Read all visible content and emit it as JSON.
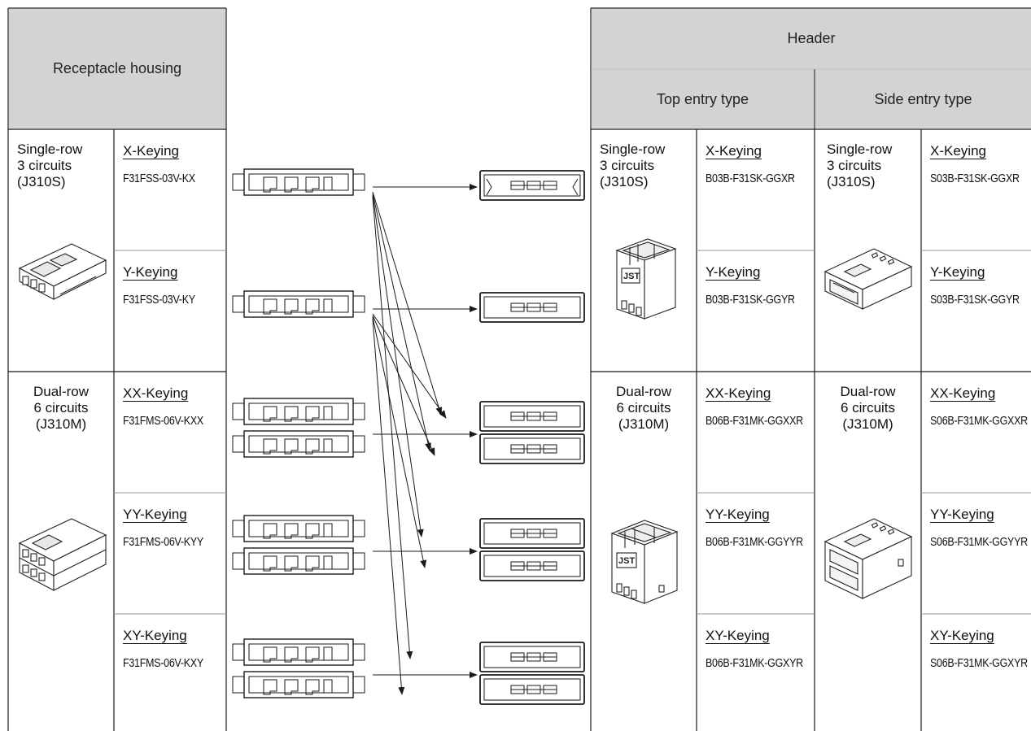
{
  "receptacle": {
    "title": "Receptacle housing",
    "groups": [
      {
        "name": "Single-row\n3 circuits\n(J310S)",
        "pad_name": "Dual-row\n6 circuits\n(J310M)"
      }
    ],
    "single_label_l1": "Single-row",
    "single_label_l2": "3 circuits",
    "single_label_l3": "(J310S)",
    "dual_label_l1": "Dual-row",
    "dual_label_l2": "6 circuits",
    "dual_label_l3": "(J310M)",
    "rows": [
      {
        "keying": "X-Keying",
        "part": "F31FSS-03V-KX"
      },
      {
        "keying": "Y-Keying",
        "part": "F31FSS-03V-KY"
      },
      {
        "keying": "XX-Keying",
        "part": "F31FMS-06V-KXX"
      },
      {
        "keying": "YY-Keying",
        "part": "F31FMS-06V-KYY"
      },
      {
        "keying": "XY-Keying",
        "part": "F31FMS-06V-KXY"
      }
    ]
  },
  "header": {
    "title": "Header",
    "top_entry": {
      "title": "Top entry type",
      "single_l1": "Single-row",
      "single_l2": "3 circuits",
      "single_l3": "(J310S)",
      "dual_l1": "Dual-row",
      "dual_l2": "6 circuits",
      "dual_l3": "(J310M)",
      "rows": [
        {
          "keying": "X-Keying",
          "part": "B03B-F31SK-GGXR"
        },
        {
          "keying": "Y-Keying",
          "part": "B03B-F31SK-GGYR"
        },
        {
          "keying": "XX-Keying",
          "part": "B06B-F31MK-GGXXR"
        },
        {
          "keying": "YY-Keying",
          "part": "B06B-F31MK-GGYYR"
        },
        {
          "keying": "XY-Keying",
          "part": "B06B-F31MK-GGXYR"
        }
      ]
    },
    "side_entry": {
      "title": "Side entry type",
      "single_l1": "Single-row",
      "single_l2": "3 circuits",
      "single_l3": "(J310S)",
      "dual_l1": "Dual-row",
      "dual_l2": "6 circuits",
      "dual_l3": "(J310M)",
      "rows": [
        {
          "keying": "X-Keying",
          "part": "S03B-F31SK-GGXR"
        },
        {
          "keying": "Y-Keying",
          "part": "S03B-F31SK-GGYR"
        },
        {
          "keying": "XX-Keying",
          "part": "S06B-F31MK-GGXXR"
        },
        {
          "keying": "YY-Keying",
          "part": "S06B-F31MK-GGYYR"
        },
        {
          "keying": "XY-Keying",
          "part": "S06B-F31MK-GGXYR"
        }
      ]
    }
  },
  "logo_text": "JST",
  "icons": [
    "receptacle-single-icon",
    "receptacle-dual-icon",
    "header-top-single-icon",
    "header-top-dual-icon",
    "header-side-single-icon",
    "header-side-dual-icon"
  ],
  "colors": {
    "header_bg": "#d3d3d3",
    "line": "#1a1a1a",
    "grid": "#bfbfbf"
  }
}
